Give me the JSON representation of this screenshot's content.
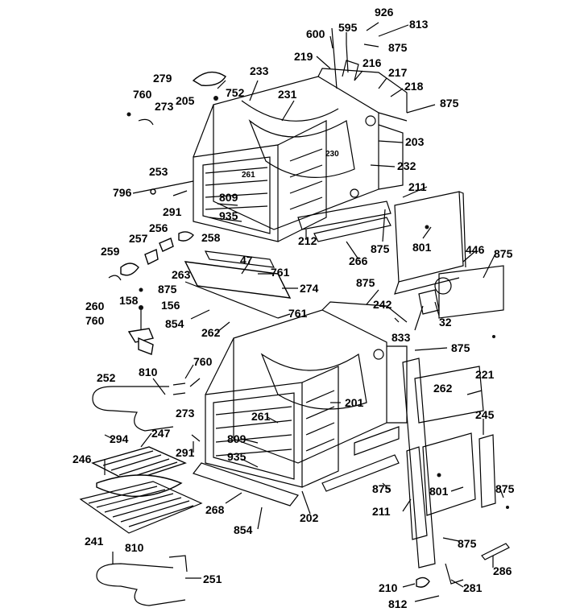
{
  "callouts": [
    "926",
    "813",
    "600",
    "595",
    "875",
    "219",
    "216",
    "217",
    "218",
    "875",
    "279",
    "752",
    "760",
    "273",
    "205",
    "233",
    "231",
    "230",
    "203",
    "232",
    "253",
    "261",
    "796",
    "809",
    "935",
    "291",
    "211",
    "875",
    "801",
    "257",
    "256",
    "258",
    "259",
    "263",
    "47",
    "761",
    "274",
    "212",
    "266",
    "446",
    "875",
    "875",
    "260",
    "875",
    "158",
    "156",
    "760",
    "854",
    "262",
    "761",
    "242",
    "833",
    "32",
    "875",
    "252",
    "810",
    "760",
    "273",
    "261",
    "201",
    "262",
    "221",
    "245",
    "294",
    "247",
    "291",
    "809",
    "935",
    "246",
    "875",
    "801",
    "875",
    "241",
    "268",
    "854",
    "202",
    "211",
    "875",
    "286",
    "810",
    "251",
    "210",
    "281",
    "812"
  ]
}
